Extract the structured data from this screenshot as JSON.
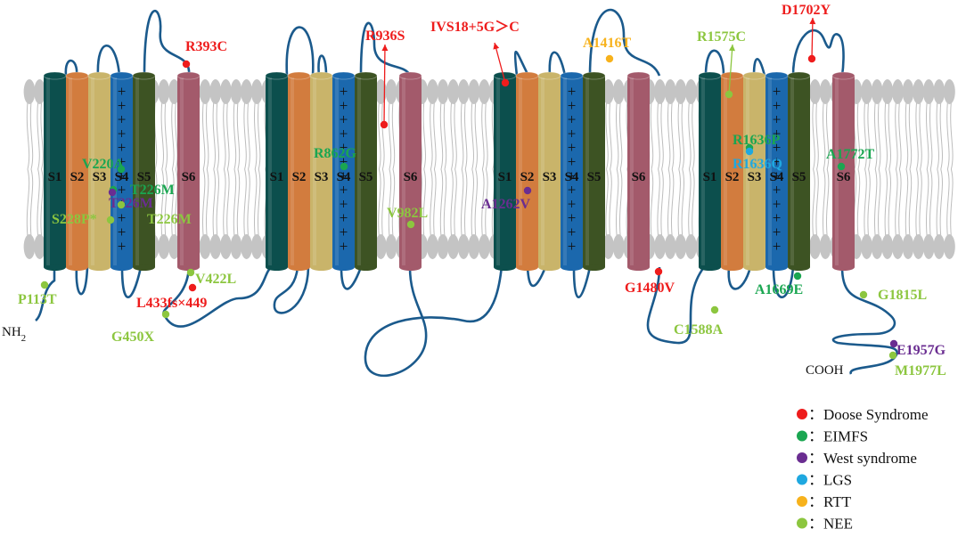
{
  "colors": {
    "doose": "#ee1c1c",
    "eimfs": "#1aa651",
    "west": "#6a2d91",
    "lgs": "#1fa8e0",
    "rtt": "#f7b21c",
    "nee": "#8cc63f",
    "s1": "#0c4f4d",
    "s2": "#d27c3e",
    "s3": "#c9b46a",
    "s4": "#1b68ad",
    "s5": "#3d5323",
    "s6": "#a35a6b",
    "loop": "#1b5a8c",
    "lipid": "#c4c4c4"
  },
  "domains": [
    {
      "name": "domain-1",
      "segments": [
        "S1",
        "S2",
        "S3",
        "S4",
        "S5",
        "S6"
      ]
    },
    {
      "name": "domain-2",
      "segments": [
        "S1",
        "S2",
        "S3",
        "S4",
        "S5",
        "S6"
      ]
    },
    {
      "name": "domain-3",
      "segments": [
        "S1",
        "S2",
        "S3",
        "S4",
        "S5",
        "S6"
      ]
    },
    {
      "name": "domain-4",
      "segments": [
        "S1",
        "S2",
        "S3",
        "S4",
        "S5",
        "S6"
      ]
    }
  ],
  "plus_sign": "+",
  "termini": {
    "n_main": "NH",
    "n_sub": "2",
    "c": "COOH"
  },
  "mutations": [
    {
      "label": "R393C",
      "type": "doose"
    },
    {
      "label": "R936S",
      "type": "doose"
    },
    {
      "label": "IVS18+5G＞C",
      "type": "doose"
    },
    {
      "label": "A1416T",
      "type": "rtt"
    },
    {
      "label": "R1575C",
      "type": "nee"
    },
    {
      "label": "D1702Y",
      "type": "doose"
    },
    {
      "label": "V220A",
      "type": "eimfs"
    },
    {
      "label": "T226M",
      "type": "eimfs"
    },
    {
      "label": "T226M",
      "type": "west"
    },
    {
      "label": "T226M",
      "type": "nee"
    },
    {
      "label": "S228P*",
      "type": "nee"
    },
    {
      "label": "R862G",
      "type": "eimfs"
    },
    {
      "label": "V982L",
      "type": "nee"
    },
    {
      "label": "A1262V",
      "type": "west"
    },
    {
      "label": "R1636P",
      "type": "eimfs"
    },
    {
      "label": "R1636Q",
      "type": "lgs"
    },
    {
      "label": "A1772T",
      "type": "eimfs"
    },
    {
      "label": "P113T",
      "type": "nee"
    },
    {
      "label": "V422L",
      "type": "nee"
    },
    {
      "label": "L433fs×449",
      "type": "doose"
    },
    {
      "label": "G450X",
      "type": "nee"
    },
    {
      "label": "G1480V",
      "type": "doose"
    },
    {
      "label": "A1669E",
      "type": "eimfs"
    },
    {
      "label": "C1588A",
      "type": "nee"
    },
    {
      "label": "G1815L",
      "type": "nee"
    },
    {
      "label": "E1957G",
      "type": "west"
    },
    {
      "label": "M1977L",
      "type": "nee"
    }
  ],
  "legend": [
    {
      "key": "doose",
      "label": "：Doose Syndrome"
    },
    {
      "key": "eimfs",
      "label": "：EIMFS"
    },
    {
      "key": "west",
      "label": "：West syndrome"
    },
    {
      "key": "lgs",
      "label": "：LGS"
    },
    {
      "key": "rtt",
      "label": "：RTT"
    },
    {
      "key": "nee",
      "label": "：NEE"
    }
  ]
}
